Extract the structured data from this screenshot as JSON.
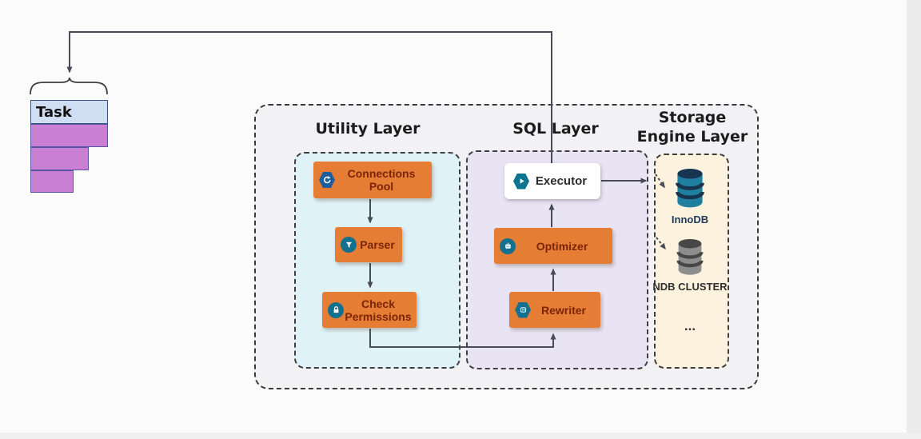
{
  "task": {
    "label": "Task",
    "bars": 3,
    "colors": {
      "header_fill": "#cfdef2",
      "header_border": "#33557f",
      "bar_fill": "#c980d3",
      "bar_border": "#5756a6"
    }
  },
  "layers": [
    {
      "id": "utility",
      "title": "Utility Layer",
      "bg": "#def2f7",
      "nodes": [
        {
          "label": "Connections Pool",
          "icon": "refresh-hexagon-icon"
        },
        {
          "label": "Parser",
          "icon": "funnel-circle-icon"
        },
        {
          "label": "Check Permissions",
          "icon": "lock-circle-icon"
        }
      ]
    },
    {
      "id": "sql",
      "title": "SQL Layer",
      "bg": "#e8e4f4",
      "nodes": [
        {
          "label": "Executor",
          "icon": "play-hexagon-icon"
        },
        {
          "label": "Optimizer",
          "icon": "robot-circle-icon"
        },
        {
          "label": "Rewriter",
          "icon": "chip-hexagon-icon"
        }
      ]
    },
    {
      "id": "storage",
      "title": "Storage Engine Layer",
      "bg": "#fcf2de",
      "nodes": [
        {
          "label": "InnoDB",
          "icon": "database-teal-icon"
        },
        {
          "label": "NDB CLUSTER",
          "icon": "database-gray-icon"
        },
        {
          "label": "...",
          "icon": "ellipsis"
        }
      ]
    }
  ],
  "colors": {
    "node_orange": "#e67d34",
    "node_text": "#7b2508",
    "icon_teal": "#14708f",
    "icon_blue": "#1d5e9e",
    "arrow": "#474c56",
    "db_teal": "#1f7f9f",
    "db_teal_dark": "#173450",
    "db_gray": "#8d8d8d",
    "db_gray_dark": "#474747",
    "outer_bg": "#f2f2f4",
    "border_dash": "#3b3b3b"
  }
}
